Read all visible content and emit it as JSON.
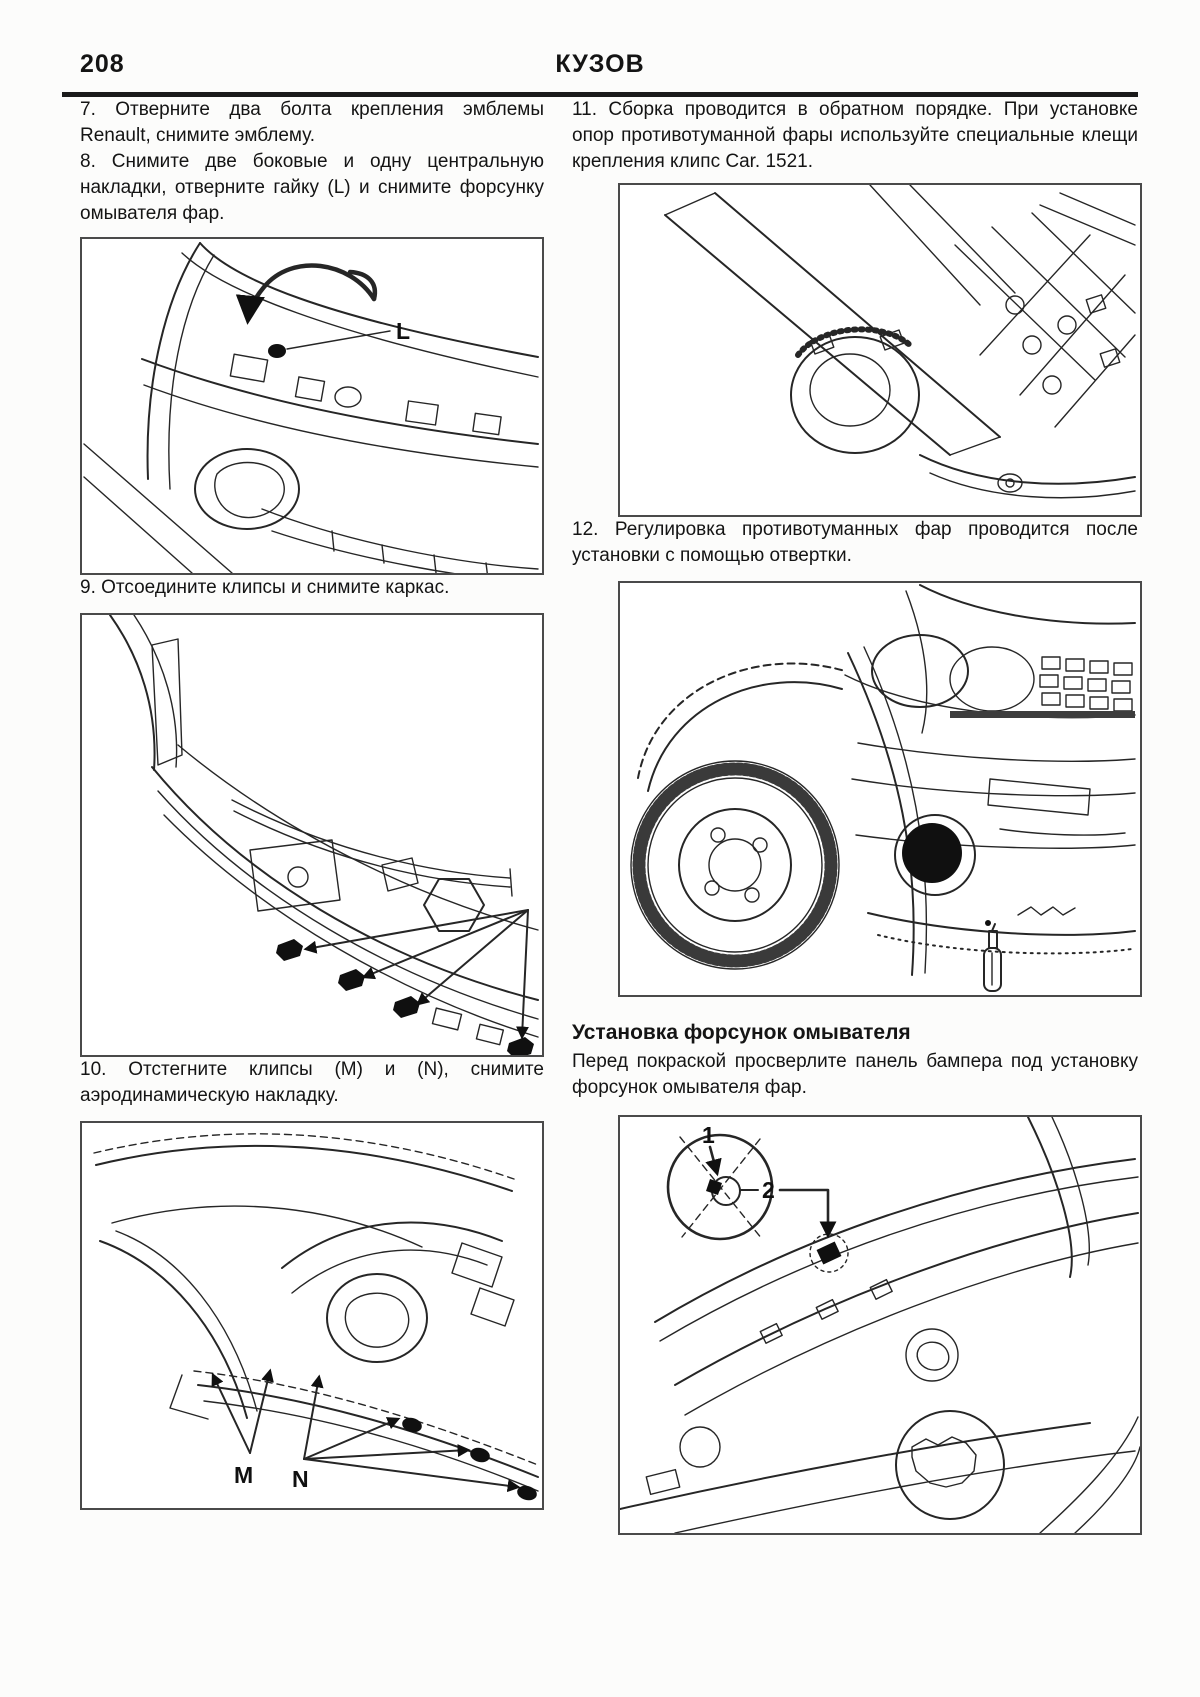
{
  "header": {
    "page_number": "208",
    "title": "КУЗОВ"
  },
  "left_column": {
    "step_7": "7. Отверните два болта крепления эмблемы Renault, снимите эмблему.",
    "step_8": "8. Снимите две боковые и одну центральную накладки, отверните гайку (L) и снимите форсунку омывателя фар.",
    "figure_1": {
      "label_L": "L"
    },
    "step_9": "9. Отсоедините клипсы и снимите каркас.",
    "step_10": "10. Отстегните клипсы (М) и (N), снимите аэродинамическую накладку.",
    "figure_3": {
      "label_M": "M",
      "label_N": "N"
    }
  },
  "right_column": {
    "step_11": "11. Сборка проводится в обратном порядке. При установке опор противотуманной фары используйте специальные клещи крепления клипс Car. 1521.",
    "step_12": "12. Регулировка противотуманных фар проводится после установки с помощью отвертки.",
    "washer_section": {
      "heading": "Установка форсунок омывателя",
      "text": "Перед покраской просверлите панель бампера под установку форсунок омывателя фар."
    },
    "figure_6": {
      "label_1": "1",
      "label_2": "2"
    }
  }
}
